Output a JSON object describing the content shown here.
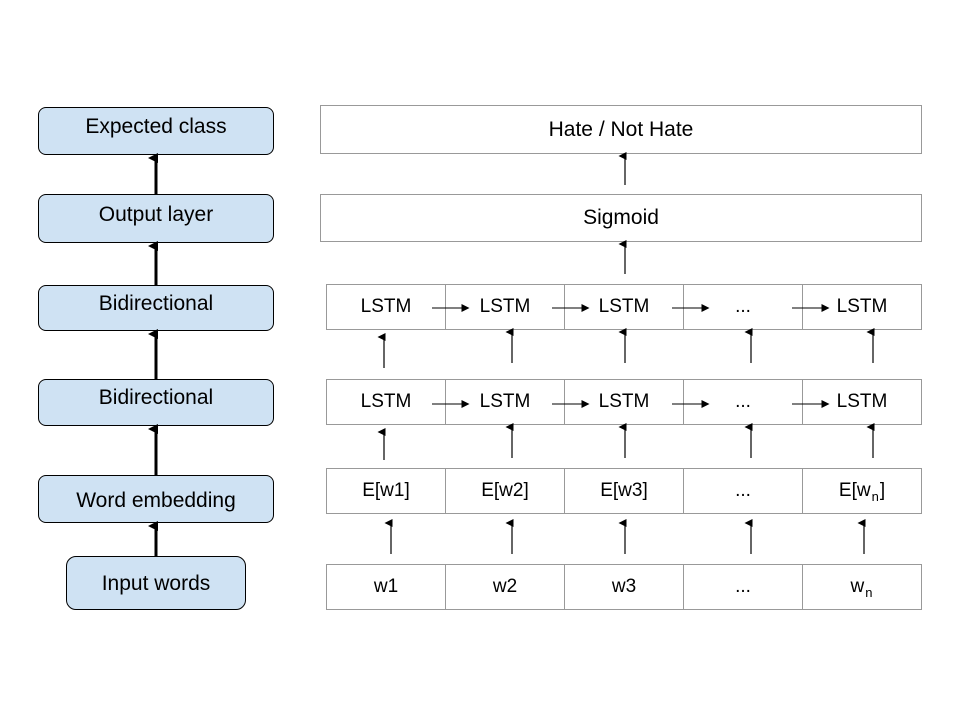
{
  "left_stack": {
    "expected_class": "Expected class",
    "output_layer": "Output layer",
    "bidirectional_top": "Bidirectional",
    "bidirectional_bottom": "Bidirectional",
    "word_embedding": "Word embedding",
    "input_words": "Input words"
  },
  "right_stack": {
    "output": "Hate / Not Hate",
    "activation": "Sigmoid",
    "lstm_top": [
      "LSTM",
      "LSTM",
      "LSTM",
      "...",
      "LSTM"
    ],
    "lstm_bottom": [
      "LSTM",
      "LSTM",
      "LSTM",
      "...",
      "LSTM"
    ],
    "embeddings": [
      "E[w1]",
      "E[w2]",
      "E[w3]",
      "...",
      "E[w",
      "n",
      "]"
    ],
    "words": [
      "w1",
      "w2",
      "w3",
      "...",
      "w",
      "n"
    ]
  },
  "colors": {
    "left_box_fill": "#cfe2f3",
    "left_box_border": "#000000",
    "right_box_border": "#999999"
  }
}
